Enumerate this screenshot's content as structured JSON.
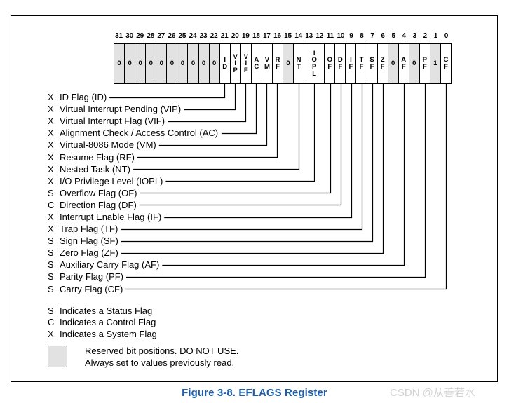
{
  "figure": {
    "caption": "Figure 3-8.  EFLAGS Register",
    "watermark": "CSDN @从善若水"
  },
  "register": {
    "bit_numbers": [
      "31",
      "30",
      "29",
      "28",
      "27",
      "26",
      "25",
      "24",
      "23",
      "22",
      "21",
      "20",
      "19",
      "18",
      "17",
      "16",
      "15",
      "14",
      "13",
      "12",
      "11",
      "10",
      "9",
      "8",
      "7",
      "6",
      "5",
      "4",
      "3",
      "2",
      "1",
      "0"
    ],
    "cells": [
      {
        "bits": [
          31
        ],
        "label": "0",
        "reserved": true
      },
      {
        "bits": [
          30
        ],
        "label": "0",
        "reserved": true
      },
      {
        "bits": [
          29
        ],
        "label": "0",
        "reserved": true
      },
      {
        "bits": [
          28
        ],
        "label": "0",
        "reserved": true
      },
      {
        "bits": [
          27
        ],
        "label": "0",
        "reserved": true
      },
      {
        "bits": [
          26
        ],
        "label": "0",
        "reserved": true
      },
      {
        "bits": [
          25
        ],
        "label": "0",
        "reserved": true
      },
      {
        "bits": [
          24
        ],
        "label": "0",
        "reserved": true
      },
      {
        "bits": [
          23
        ],
        "label": "0",
        "reserved": true
      },
      {
        "bits": [
          22
        ],
        "label": "0",
        "reserved": true
      },
      {
        "bits": [
          21
        ],
        "label": "ID",
        "reserved": false
      },
      {
        "bits": [
          20
        ],
        "label": "VIP",
        "reserved": false
      },
      {
        "bits": [
          19
        ],
        "label": "VIF",
        "reserved": false
      },
      {
        "bits": [
          18
        ],
        "label": "AC",
        "reserved": false
      },
      {
        "bits": [
          17
        ],
        "label": "VM",
        "reserved": false
      },
      {
        "bits": [
          16
        ],
        "label": "RF",
        "reserved": false
      },
      {
        "bits": [
          15
        ],
        "label": "0",
        "reserved": true
      },
      {
        "bits": [
          14
        ],
        "label": "NT",
        "reserved": false
      },
      {
        "bits": [
          13,
          12
        ],
        "label": "IOPL",
        "reserved": false
      },
      {
        "bits": [
          11
        ],
        "label": "OF",
        "reserved": false
      },
      {
        "bits": [
          10
        ],
        "label": "DF",
        "reserved": false
      },
      {
        "bits": [
          9
        ],
        "label": "IF",
        "reserved": false
      },
      {
        "bits": [
          8
        ],
        "label": "TF",
        "reserved": false
      },
      {
        "bits": [
          7
        ],
        "label": "SF",
        "reserved": false
      },
      {
        "bits": [
          6
        ],
        "label": "ZF",
        "reserved": false
      },
      {
        "bits": [
          5
        ],
        "label": "0",
        "reserved": true
      },
      {
        "bits": [
          4
        ],
        "label": "AF",
        "reserved": false
      },
      {
        "bits": [
          3
        ],
        "label": "0",
        "reserved": true
      },
      {
        "bits": [
          2
        ],
        "label": "PF",
        "reserved": false
      },
      {
        "bits": [
          1
        ],
        "label": "1",
        "reserved": true
      },
      {
        "bits": [
          0
        ],
        "label": "CF",
        "reserved": false
      }
    ]
  },
  "flags": [
    {
      "kind": "X",
      "name": "ID Flag (ID)"
    },
    {
      "kind": "X",
      "name": "Virtual Interrupt Pending (VIP)"
    },
    {
      "kind": "X",
      "name": "Virtual Interrupt Flag (VIF)"
    },
    {
      "kind": "X",
      "name": "Alignment Check / Access Control (AC)"
    },
    {
      "kind": "X",
      "name": "Virtual-8086 Mode (VM)"
    },
    {
      "kind": "X",
      "name": "Resume Flag (RF)"
    },
    {
      "kind": "X",
      "name": "Nested Task (NT)"
    },
    {
      "kind": "X",
      "name": "I/O Privilege Level (IOPL)"
    },
    {
      "kind": "S",
      "name": "Overflow Flag (OF)"
    },
    {
      "kind": "C",
      "name": "Direction Flag (DF)"
    },
    {
      "kind": "X",
      "name": "Interrupt Enable Flag (IF)"
    },
    {
      "kind": "X",
      "name": "Trap Flag (TF)"
    },
    {
      "kind": "S",
      "name": "Sign Flag (SF)"
    },
    {
      "kind": "S",
      "name": "Zero Flag (ZF)"
    },
    {
      "kind": "S",
      "name": "Auxiliary Carry Flag (AF)"
    },
    {
      "kind": "S",
      "name": "Parity Flag (PF)"
    },
    {
      "kind": "S",
      "name": "Carry Flag (CF)"
    }
  ],
  "legend": {
    "kinds": [
      {
        "kind": "S",
        "text": "Indicates a Status Flag"
      },
      {
        "kind": "C",
        "text": "Indicates a Control Flag"
      },
      {
        "kind": "X",
        "text": "Indicates a System Flag"
      }
    ],
    "reserved": {
      "line1": "Reserved bit positions. DO NOT USE.",
      "line2": "Always set to values previously read."
    }
  }
}
